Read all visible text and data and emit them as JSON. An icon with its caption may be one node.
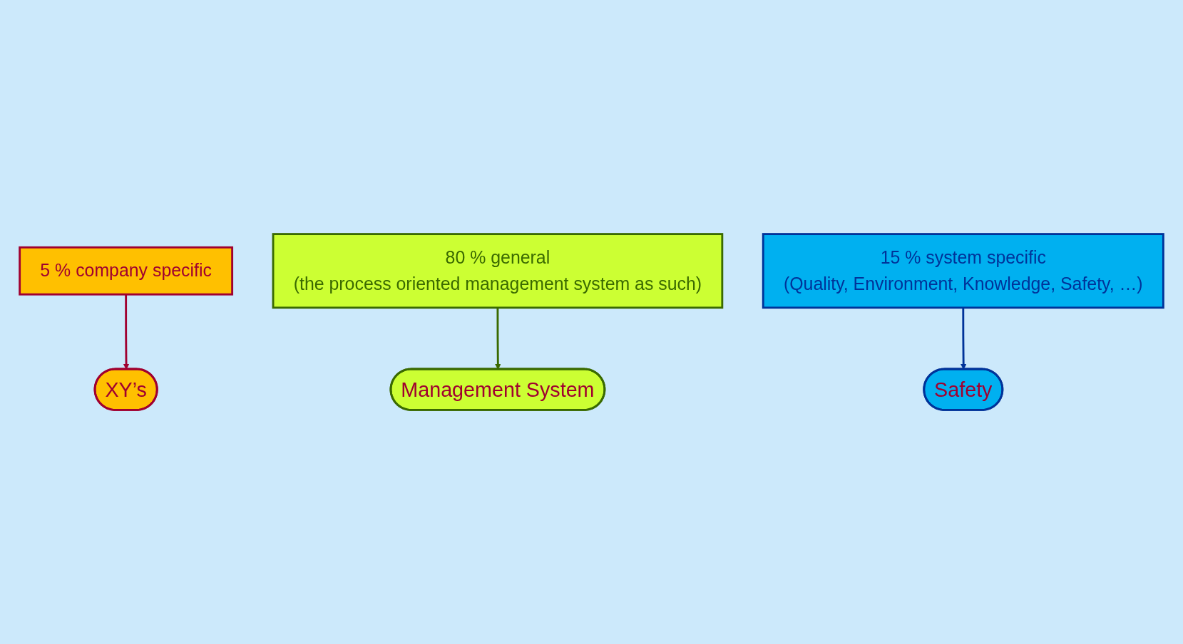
{
  "diagram": {
    "nodes": [
      {
        "text": [
          "5 % company specific"
        ]
      },
      {
        "text": [
          "80 % general",
          "(the process oriented management system as such)"
        ]
      },
      {
        "text": [
          "XY’s"
        ]
      },
      {
        "text": [
          "Safety"
        ]
      },
      {
        "text": [
          "Management System"
        ]
      },
      {
        "text": [
          "15 % system specific",
          "(Quality, Environment, Knowledge, Safety, …)"
        ]
      }
    ],
    "edges": [
      {
        "from": 0,
        "to": 2,
        "arrow": "to",
        "color": "#a00030"
      },
      {
        "from": 1,
        "to": 4,
        "arrow": "to",
        "color": "#3a6a00"
      },
      {
        "from": 5,
        "to": 3,
        "arrow": "to",
        "color": "#003399"
      }
    ]
  }
}
